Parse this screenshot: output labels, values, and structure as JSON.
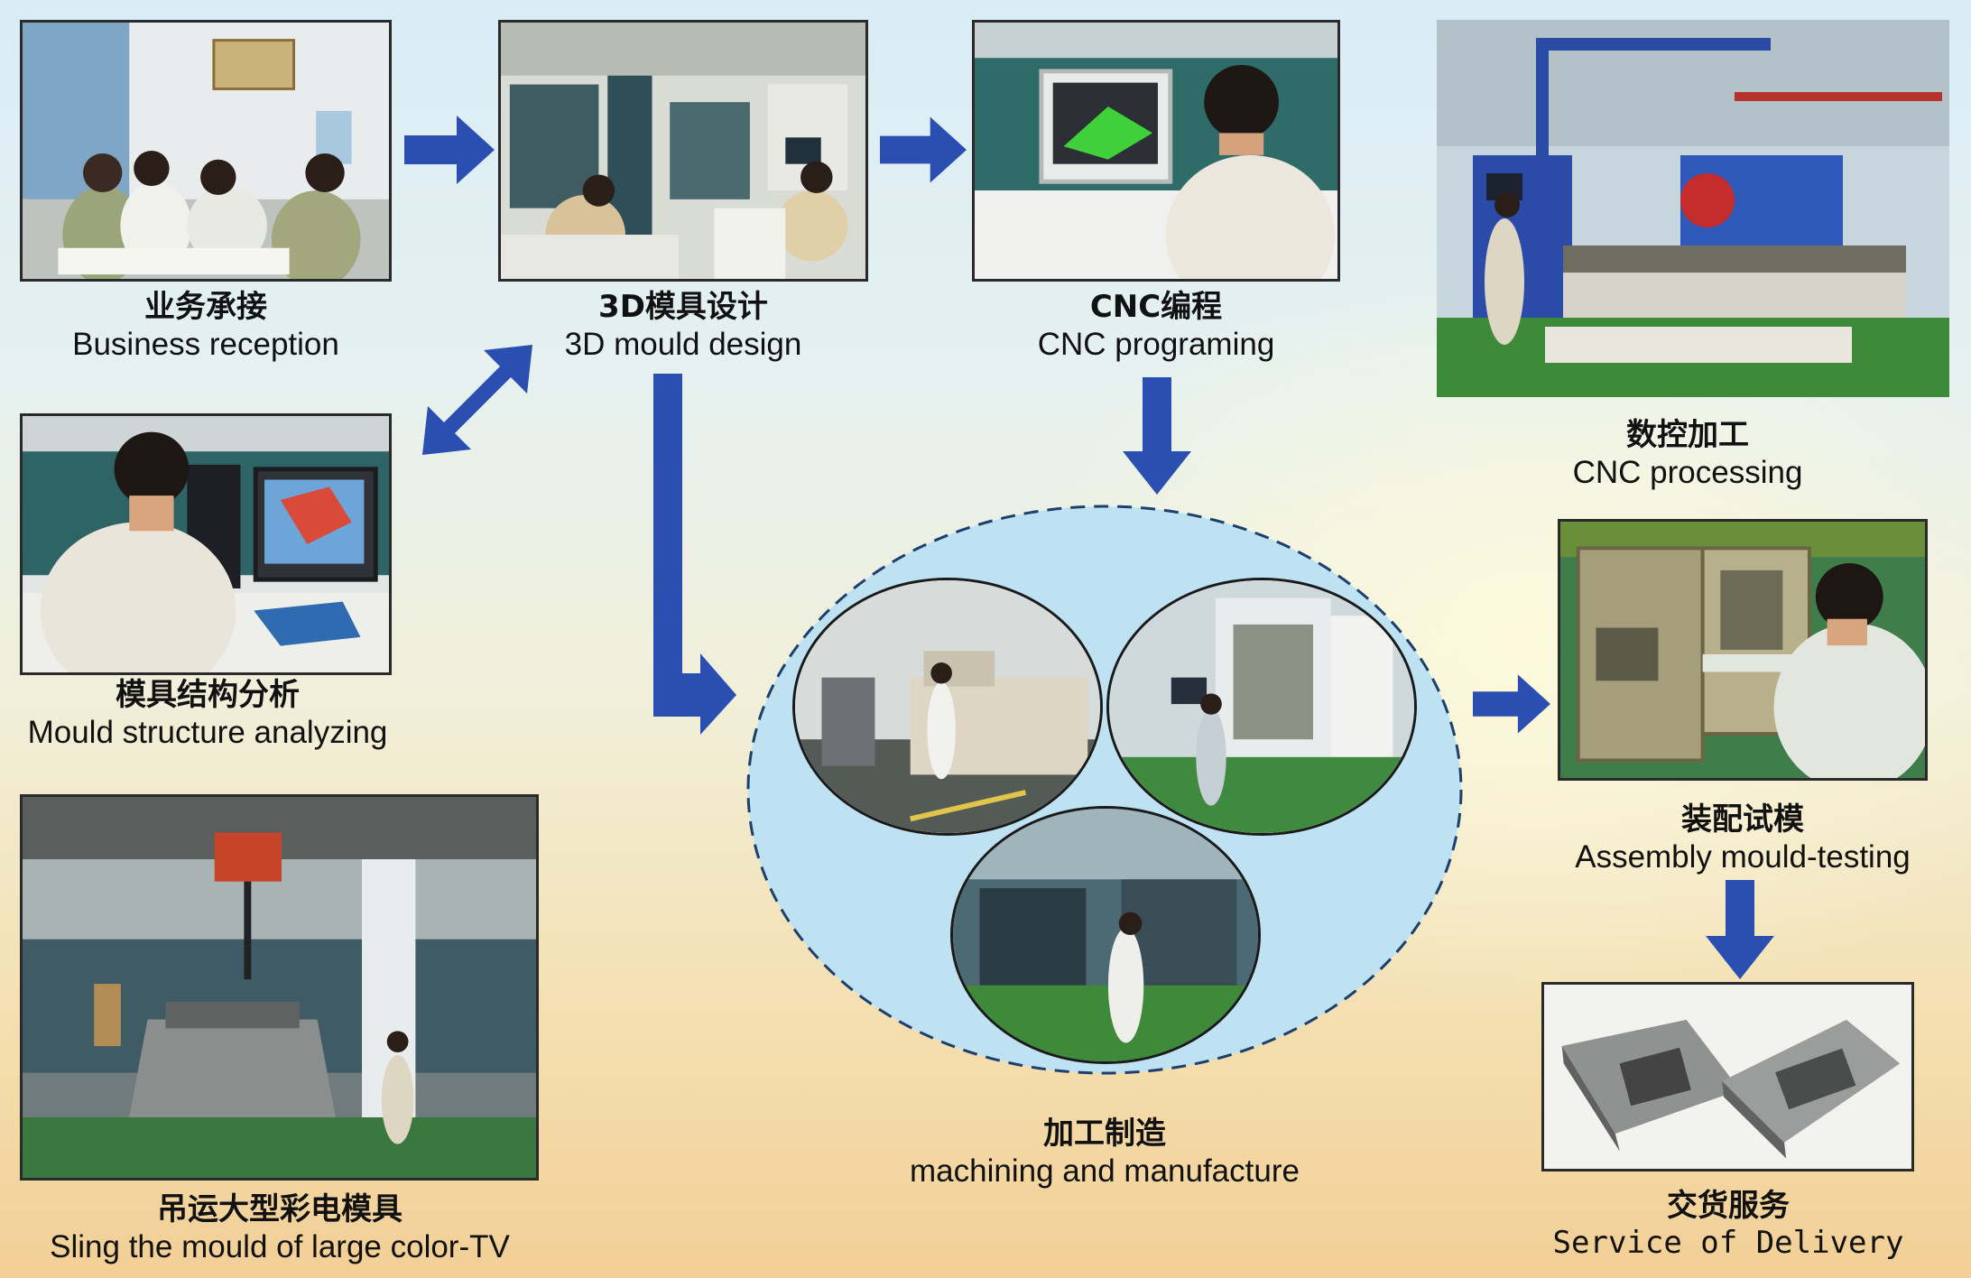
{
  "colors": {
    "arrow": "#2a4fb0",
    "circle_fill": "#bfe2f2",
    "circle_dash": "#1d3f6e",
    "frame": "#2a2a2a"
  },
  "steps": {
    "business": {
      "cn": "业务承接",
      "en": "Business reception"
    },
    "design3d": {
      "cn": "3D模具设计",
      "en": "3D mould design"
    },
    "cnc_prog": {
      "cn": "CNC编程",
      "en": "CNC programing"
    },
    "cnc_proc": {
      "cn": "数控加工",
      "en": "CNC processing"
    },
    "structure": {
      "cn": "模具结构分析",
      "en": "Mould structure analyzing"
    },
    "sling": {
      "cn": "吊运大型彩电模具",
      "en": "Sling the mould of large color-TV"
    },
    "machining": {
      "cn": "加工制造",
      "en": "machining and manufacture"
    },
    "assembly": {
      "cn": "装配试模",
      "en": "Assembly mould-testing"
    },
    "delivery": {
      "cn": "交货服务",
      "en": "Service of Delivery"
    }
  },
  "icons": [
    "arrow-right-icon",
    "arrow-down-icon",
    "arrow-bidirectional-icon",
    "arrow-elbow-icon"
  ]
}
